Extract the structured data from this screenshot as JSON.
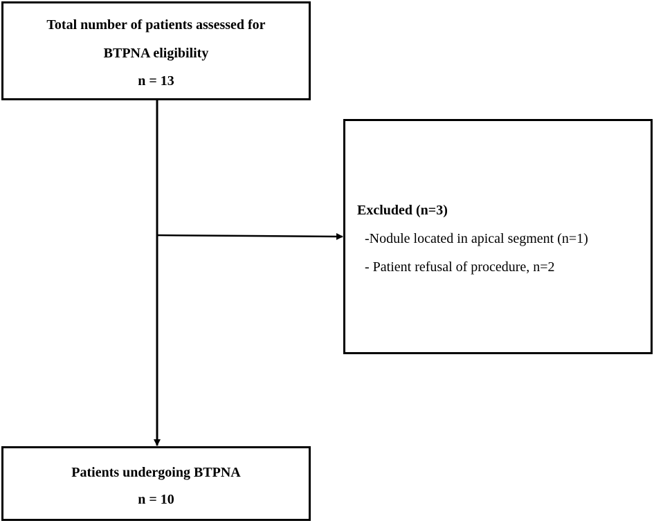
{
  "assessed_box": {
    "line1": "Total number of patients assessed for",
    "line2": "BTPNA eligibility",
    "count": "n = 13"
  },
  "excluded_box": {
    "title": "Excluded (n=3)",
    "reasons": [
      "-Nodule located in apical segment (n=1)",
      "- Patient refusal of procedure, n=2"
    ]
  },
  "undergoing_box": {
    "line1": "Patients undergoing BTPNA",
    "count": "n = 10"
  }
}
